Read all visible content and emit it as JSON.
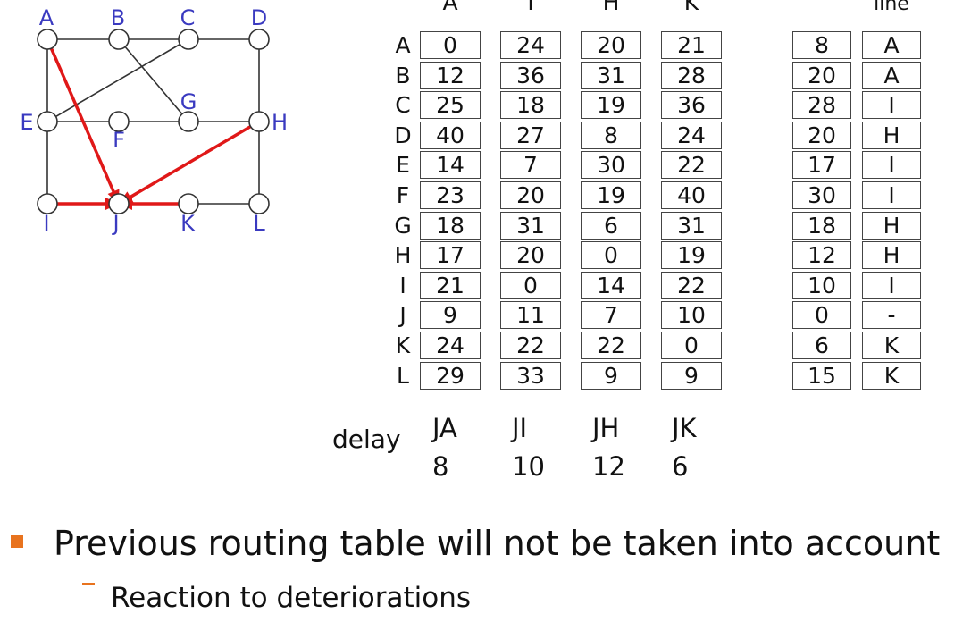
{
  "graph": {
    "nodes": [
      "A",
      "B",
      "C",
      "D",
      "E",
      "F",
      "G",
      "H",
      "I",
      "J",
      "K",
      "L"
    ],
    "colors": {
      "node_label": "#3a3ac0",
      "edge": "#333333",
      "route": "#e01818"
    }
  },
  "table": {
    "columns": [
      "A",
      "I",
      "H",
      "K"
    ],
    "result_columns": [
      "",
      "line"
    ],
    "rows": [
      {
        "node": "A",
        "vals": [
          "0",
          "24",
          "20",
          "21"
        ],
        "delay": "8",
        "line": "A"
      },
      {
        "node": "B",
        "vals": [
          "12",
          "36",
          "31",
          "28"
        ],
        "delay": "20",
        "line": "A"
      },
      {
        "node": "C",
        "vals": [
          "25",
          "18",
          "19",
          "36"
        ],
        "delay": "28",
        "line": "I"
      },
      {
        "node": "D",
        "vals": [
          "40",
          "27",
          "8",
          "24"
        ],
        "delay": "20",
        "line": "H"
      },
      {
        "node": "E",
        "vals": [
          "14",
          "7",
          "30",
          "22"
        ],
        "delay": "17",
        "line": "I"
      },
      {
        "node": "F",
        "vals": [
          "23",
          "20",
          "19",
          "40"
        ],
        "delay": "30",
        "line": "I"
      },
      {
        "node": "G",
        "vals": [
          "18",
          "31",
          "6",
          "31"
        ],
        "delay": "18",
        "line": "H"
      },
      {
        "node": "H",
        "vals": [
          "17",
          "20",
          "0",
          "19"
        ],
        "delay": "12",
        "line": "H"
      },
      {
        "node": "I",
        "vals": [
          "21",
          "0",
          "14",
          "22"
        ],
        "delay": "10",
        "line": "I"
      },
      {
        "node": "J",
        "vals": [
          "9",
          "11",
          "7",
          "10"
        ],
        "delay": "0",
        "line": "-"
      },
      {
        "node": "K",
        "vals": [
          "24",
          "22",
          "22",
          "0"
        ],
        "delay": "6",
        "line": "K"
      },
      {
        "node": "L",
        "vals": [
          "29",
          "33",
          "9",
          "9"
        ],
        "delay": "15",
        "line": "K"
      }
    ]
  },
  "delay": {
    "label": "delay",
    "items": [
      {
        "head": "JA",
        "value": "8"
      },
      {
        "head": "JI",
        "value": "10"
      },
      {
        "head": "JH",
        "value": "12"
      },
      {
        "head": "JK",
        "value": "6"
      }
    ]
  },
  "bullets": {
    "main": "Previous routing table will not be taken into account",
    "sub": "Reaction to deteriorations",
    "accent": "#e8731e"
  }
}
